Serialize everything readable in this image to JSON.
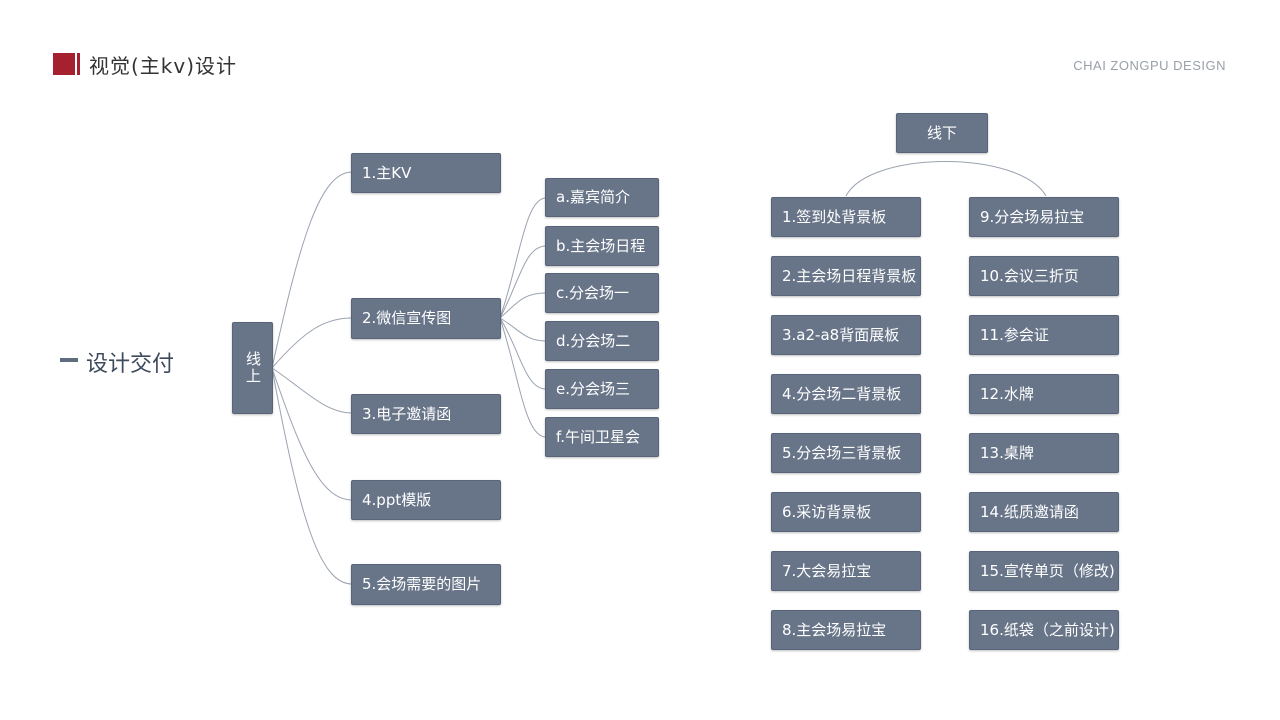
{
  "header": {
    "title": "视觉(主kv)设计",
    "brand": "CHAI ZONGPU  DESIGN",
    "accent_color": "#a5212f"
  },
  "section": {
    "label": "设计交付"
  },
  "online": {
    "root": "线上",
    "items": [
      "1.主KV",
      "2.微信宣传图",
      "3.电子邀请函",
      "4.ppt模版",
      "5.会场需要的图片"
    ],
    "wechat_children": [
      "a.嘉宾简介",
      "b.主会场日程",
      "c.分会场一",
      "d.分会场二",
      "e.分会场三",
      "f.午间卫星会"
    ]
  },
  "offline": {
    "root": "线下",
    "left_column": [
      "1.签到处背景板",
      "2.主会场日程背景板",
      "3.a2-a8背面展板",
      "4.分会场二背景板",
      "5.分会场三背景板",
      "6.采访背景板",
      "7.大会易拉宝",
      "8.主会场易拉宝"
    ],
    "right_column": [
      "9.分会场易拉宝",
      "10.会议三折页",
      "11.参会证",
      "12.水牌",
      "13.桌牌",
      "14.纸质邀请函",
      "15.宣传单页（修改)",
      "16.纸袋（之前设计)"
    ]
  },
  "colors": {
    "node_fill": "#687589",
    "connector": "#9aa3b0"
  }
}
